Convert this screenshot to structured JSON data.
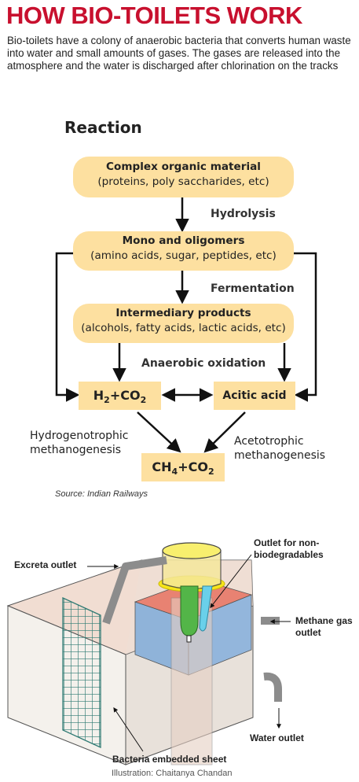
{
  "header": {
    "title": "HOW BIO-TOILETS WORK",
    "intro": "Bio-toilets have a colony of anaerobic bacteria that converts human waste into water and small amounts of gases. The gases are released into the atmosphere and the water is discharged after chlorination on the tracks"
  },
  "reaction": {
    "heading": "Reaction",
    "complex": {
      "title": "Complex organic material",
      "detail": "(proteins, poly saccharides, etc)"
    },
    "hydrolysis": "Hydrolysis",
    "mono": {
      "title": "Mono and oligomers",
      "detail": "(amino acids, sugar, peptides, etc)"
    },
    "fermentation": "Fermentation",
    "intermediary": {
      "title": "Intermediary products",
      "detail": "(alcohols, fatty acids, lactic acids, etc)"
    },
    "anaerobic": "Anaerobic oxidation",
    "h2": {
      "a": "H",
      "a_sub": "2",
      "b": "+CO",
      "b_sub": "2"
    },
    "acitic": "Acitic acid",
    "hydrogenotrophic": [
      "Hydrogenotrophic",
      "methanogenesis"
    ],
    "acetotrophic": [
      "Acetotrophic",
      "methanogenesis"
    ],
    "ch4": {
      "a": "CH",
      "a_sub": "4",
      "b": "+CO",
      "b_sub": "2"
    },
    "source": "Source: Indian Railways"
  },
  "illustration": {
    "excreta_outlet": "Excreta outlet",
    "outlet_non_bio": [
      "Outlet for non-",
      "biodegradables"
    ],
    "methane": [
      "Methane gas",
      "outlet"
    ],
    "water_outlet": "Water outlet",
    "bacteria_sheet": "Bacteria embedded sheet",
    "credit": "Illustration: Chaitanya Chandan"
  }
}
